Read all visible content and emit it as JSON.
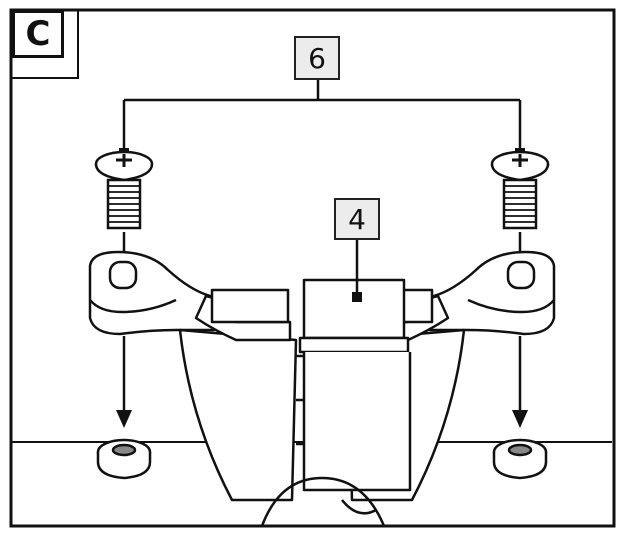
{
  "step_label": "C",
  "callouts": {
    "screws": "6",
    "cover": "4"
  },
  "colors": {
    "line": "#111111",
    "callout_fill": "#ececec",
    "background": "#ffffff"
  }
}
